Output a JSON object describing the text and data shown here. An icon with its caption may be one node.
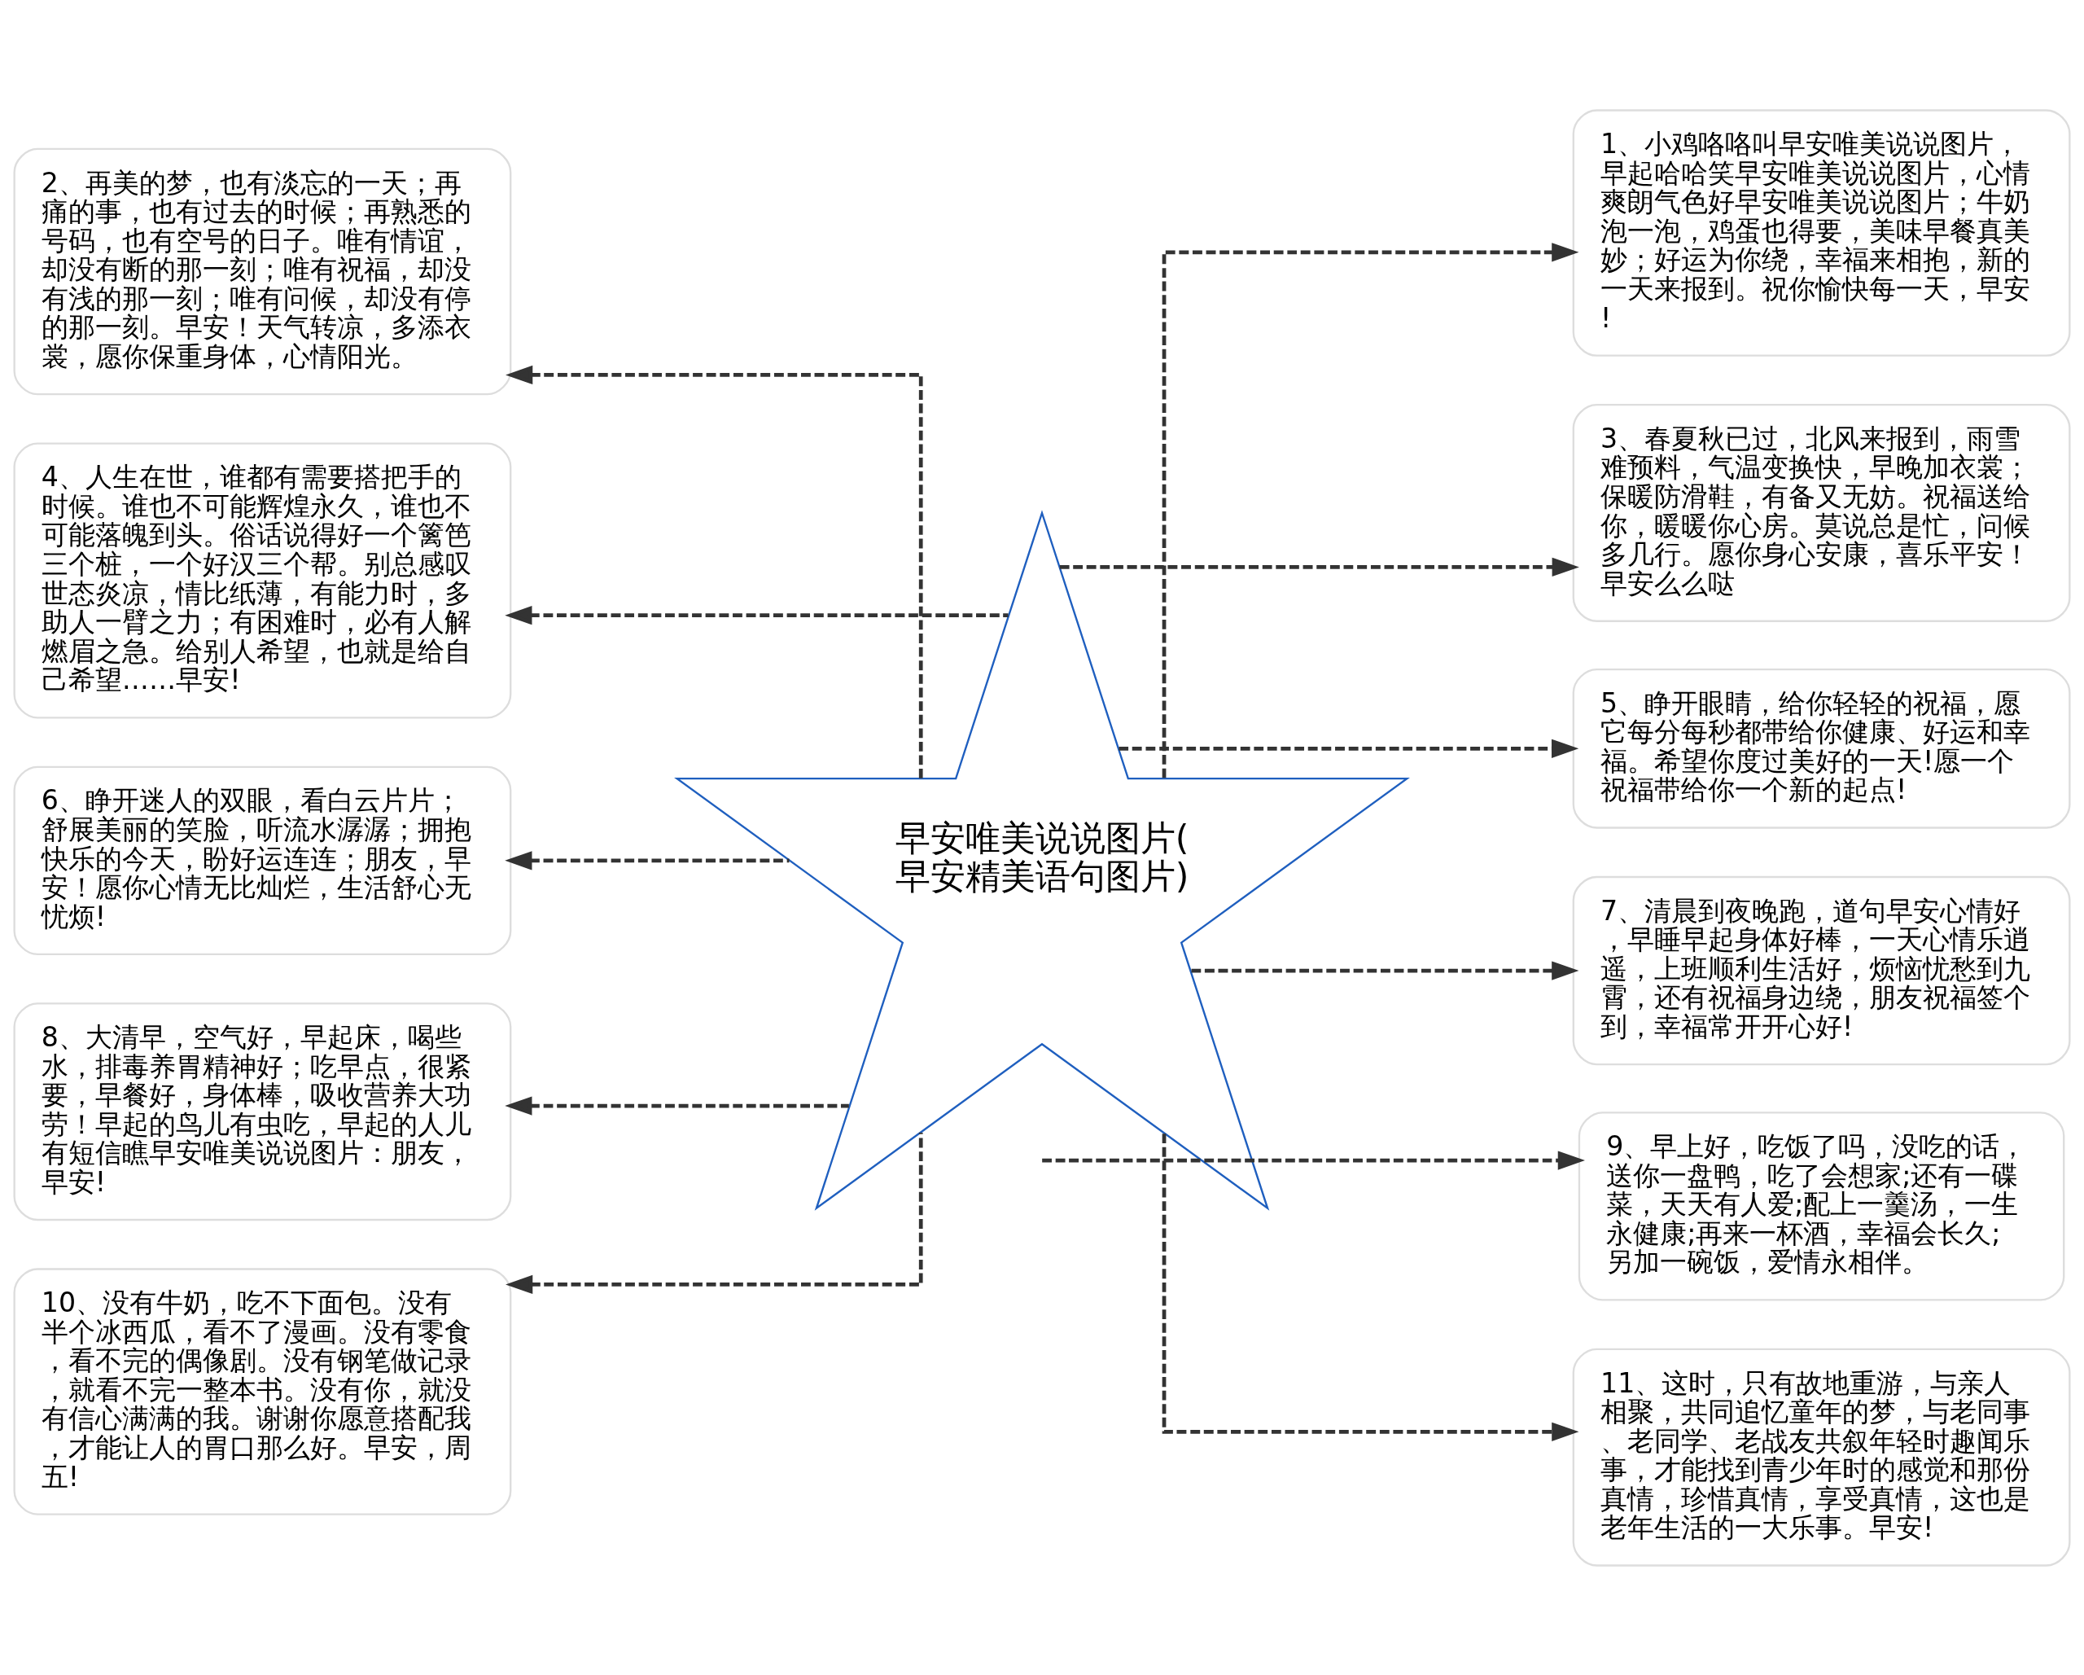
{
  "diagram": {
    "nodes": [
      {
        "text": [
          "早安唯美说说图片(早安精美语句图片)"
        ]
      },
      {
        "text": [
          "1、小鸡咯咯叫早安唯美说说图片，早起哈哈笑早安唯美说说图片，心情爽朗气色好早安唯美说说图片；牛奶泡一泡，鸡蛋也得要，美味早餐真美妙；好运为你绕，幸福来相抱，新的一天来报到。祝你愉快每一天，早安!"
        ]
      },
      {
        "text": [
          "2、再美的梦，也有淡忘的一天；再痛的事，也有过去的时候；再熟悉的号码，也有空号的日子。唯有情谊，却没有断的那一刻；唯有祝福，却没有浅的那一刻；唯有问候，却没有停的那一刻。早安！天气转凉，多添衣裳，愿你保重身体，心情阳光。"
        ]
      },
      {
        "text": [
          "3、春夏秋已过，北风来报到，雨雪难预料，气温变换快，早晚加衣裳；保暖防滑鞋，有备又无妨。祝福送给你，暖暖你心房。莫说总是忙，问候多几行。愿你身心安康，喜乐平安！早安么么哒"
        ]
      },
      {
        "text": [
          "4、人生在世，谁都有需要搭把手的时候。谁也不可能辉煌永久，谁也不可能落魄到头。俗话说得好一个篱笆三个桩，一个好汉三个帮。别总感叹世态炎凉，情比纸薄，有能力时，多助人一臂之力；有困难时，必有人解燃眉之急。给别人希望，也就是给自己希望……早安!"
        ]
      },
      {
        "text": [
          "5、睁开眼睛，给你轻轻的祝福，愿它每分每秒都带给你健康、好运和幸福。希望你度过美好的一天!愿一个祝福带给你一个新的起点!"
        ]
      },
      {
        "text": [
          "6、睁开迷人的双眼，看白云片片；舒展美丽的笑脸，听流水潺潺；拥抱快乐的今天，盼好运连连；朋友，早安！愿你心情无比灿烂，生活舒心无忧烦!"
        ]
      },
      {
        "text": [
          "7、清晨到夜晚跑，道句早安心情好，早睡早起身体好棒，一天心情乐逍遥，上班顺利生活好，烦恼忧愁到九霄，还有祝福身边绕，朋友祝福签个到，幸福常开开心好!"
        ]
      },
      {
        "text": [
          "8、大清早，空气好，早起床，喝些水，排毒养胃精神好；吃早点，很紧要，早餐好，身体棒，吸收营养大功劳！早起的鸟儿有虫吃，早起的人儿有短信瞧早安唯美说说图片：朋友，早安!"
        ]
      },
      {
        "text": [
          "9、早上好，吃饭了吗，没吃的话，送你一盘鸭，吃了会想家;还有一碟菜，天天有人爱;配上一羹汤，一生永健康;再来一杯酒，幸福会长久;另加一碗饭，爱情永相伴。"
        ]
      },
      {
        "text": [
          "10、没有牛奶，吃不下面包。没有半个冰西瓜，看不了漫画。没有零食，看不完的偶像剧。没有钢笔做记录，就看不完一整本书。没有你，就没有信心满满的我。谢谢你愿意搭配我，才能让人的胃口那么好。早安，周五!"
        ]
      },
      {
        "text": [
          "11、这时，只有故地重游，与亲人相聚，共同追忆童年的梦，与老同事、老同学、老战友共叙年轻时趣闻乐事，才能找到青少年时的感觉和那份真情，珍惜真情，享受真情，这也是老年生活的一大乐事。早安!"
        ]
      }
    ],
    "edges": [
      {
        "from": 0,
        "to": 1,
        "arrow": "to",
        "style": "dashed"
      },
      {
        "from": 0,
        "to": 2,
        "arrow": "to",
        "style": "dashed"
      },
      {
        "from": 0,
        "to": 3,
        "arrow": "to",
        "style": "dashed"
      },
      {
        "from": 0,
        "to": 4,
        "arrow": "to",
        "style": "dashed"
      },
      {
        "from": 0,
        "to": 5,
        "arrow": "to",
        "style": "dashed"
      },
      {
        "from": 0,
        "to": 6,
        "arrow": "to",
        "style": "dashed"
      },
      {
        "from": 0,
        "to": 7,
        "arrow": "to",
        "style": "dashed"
      },
      {
        "from": 0,
        "to": 8,
        "arrow": "to",
        "style": "dashed"
      },
      {
        "from": 0,
        "to": 9,
        "arrow": "to",
        "style": "dashed"
      },
      {
        "from": 0,
        "to": 10,
        "arrow": "to",
        "style": "dashed"
      },
      {
        "from": 0,
        "to": 11,
        "arrow": "to",
        "style": "dashed"
      }
    ]
  }
}
